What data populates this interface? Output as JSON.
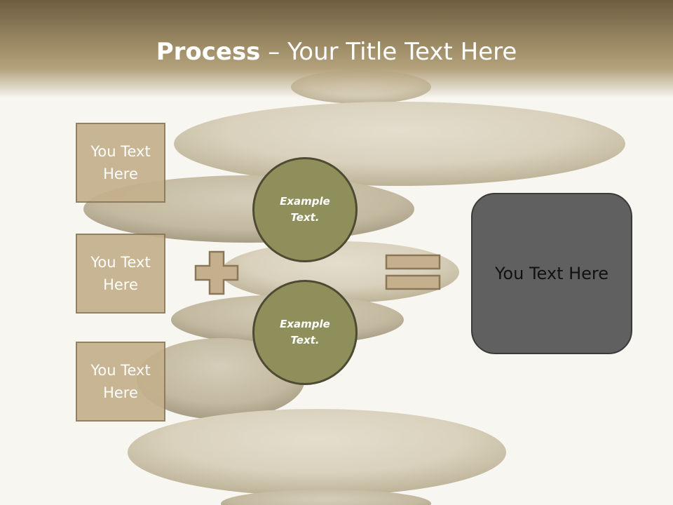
{
  "slide": {
    "title_bold": "Process",
    "title_rest": " – Your Title Text Here"
  },
  "left_boxes": [
    {
      "label": "You Text Here"
    },
    {
      "label": "You Text Here"
    },
    {
      "label": "You Text Here"
    }
  ],
  "circles": [
    {
      "label": "Example Text."
    },
    {
      "label": "Example Text."
    }
  ],
  "result_box": {
    "label": "You Text Here"
  },
  "colors": {
    "header_dark": "#6e5e41",
    "box_fill": "#c4b08c",
    "box_border": "#8a7758",
    "circle_fill": "#8f8f5c",
    "circle_border": "#4e4a33",
    "result_fill": "#606060"
  },
  "icons": [
    "plus-icon",
    "equals-icon"
  ]
}
